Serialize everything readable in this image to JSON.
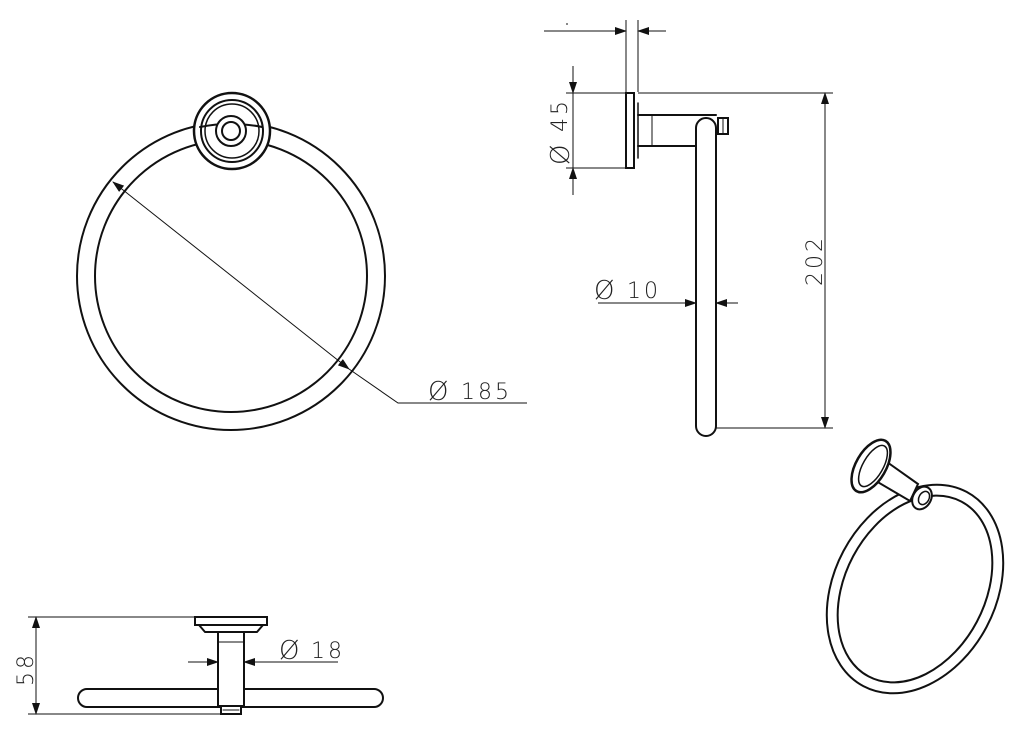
{
  "dimensions": {
    "ring_diameter": "185",
    "base_diameter": "45",
    "rod_diameter": "10",
    "height": "202",
    "post_diameter": "18",
    "depth": "58"
  },
  "diameter_symbol": "Ø"
}
